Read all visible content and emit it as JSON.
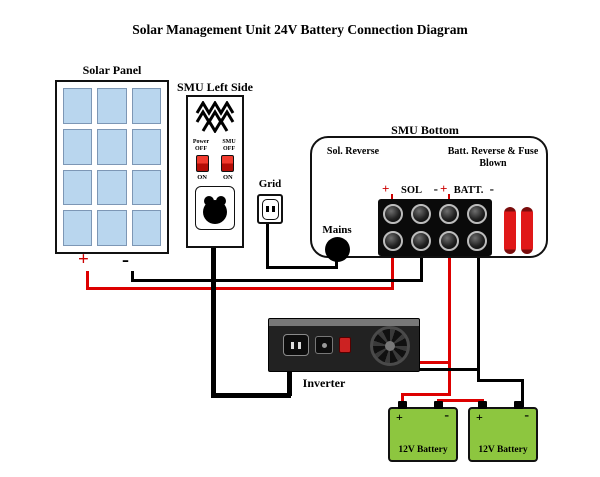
{
  "title": "Solar Management Unit 24V Battery Connection Diagram",
  "solar_panel": {
    "label": "Solar Panel",
    "plus": "+",
    "minus": "-"
  },
  "smu_left": {
    "label": "SMU Left Side",
    "switch1_label": "Power OFF",
    "switch2_label": "SMU OFF",
    "switch1_on": "ON",
    "switch2_on": "ON"
  },
  "grid": {
    "label": "Grid"
  },
  "mains": {
    "label": "Mains"
  },
  "smu_bottom": {
    "label": "SMU Bottom",
    "indicator_left": "Sol. Reverse",
    "indicator_right": "Batt. Reverse & Fuse Blown",
    "sol": {
      "plus": "+",
      "name": "SOL",
      "minus": "-"
    },
    "batt": {
      "plus": "+",
      "name": "BATT.",
      "minus": "-"
    }
  },
  "inverter": {
    "label": "Inverter"
  },
  "batteries": [
    {
      "label": "12V Battery",
      "plus": "+",
      "minus": "-"
    },
    {
      "label": "12V Battery",
      "plus": "+",
      "minus": "-"
    }
  ],
  "colors": {
    "wire_red": "#dd0000",
    "wire_black": "#000000",
    "battery_green": "#8dc63f",
    "solar_cell_blue": "#b9d6ee",
    "switch_red": "#e32219",
    "fuse_red": "#e01818"
  }
}
